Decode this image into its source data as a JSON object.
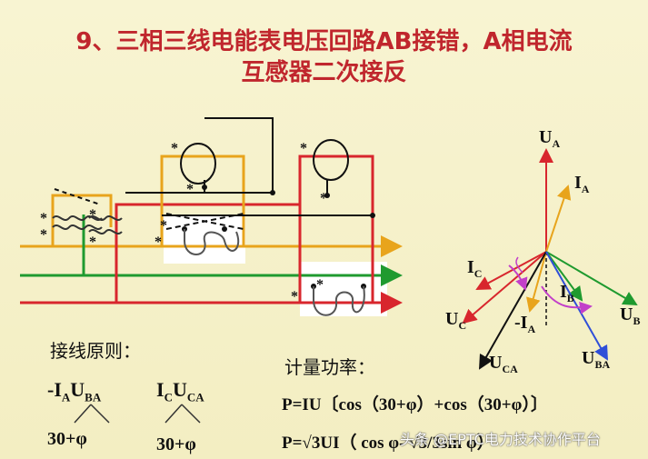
{
  "title": {
    "line1": "9、三相三线电能表电压回路AB接错，A相电流",
    "line2": "互感器二次接反"
  },
  "star": "*",
  "phasor": {
    "UA": "U",
    "UA_sub": "A",
    "IA": "I",
    "IA_sub": "A",
    "IC": "I",
    "IC_sub": "C",
    "IB": "I",
    "IB_sub": "B",
    "UC": "U",
    "UC_sub": "C",
    "UB": "U",
    "UB_sub": "B",
    "negIA": "-I",
    "negIA_sub": "A",
    "UCA": "U",
    "UCA_sub": "CA",
    "UBA": "U",
    "UBA_sub": "BA"
  },
  "principle": {
    "heading": "接线原则：",
    "left_a": "-I",
    "left_a_sub": "A",
    "left_b": "U",
    "left_b_sub": "BA",
    "left_angle": "30+φ",
    "right_a": "I",
    "right_a_sub": "C",
    "right_b": "U",
    "right_b_sub": "CA",
    "right_angle": "30+φ"
  },
  "power": {
    "heading": "计量功率：",
    "formula1": "P=IU〔cos（30+φ）+cos（30+φ）〕",
    "formula2": "P=√3UI（ cos φ- √3/3sin φ）"
  },
  "watermark": "头条 @EPTC电力技术协作平台",
  "colors": {
    "title": "#c0262d",
    "phase_a": "#e8a41c",
    "phase_b": "#1f9a2f",
    "phase_c": "#d8262d",
    "black": "#111111",
    "blue": "#2f4fd8",
    "magenta": "#c23fc9"
  }
}
